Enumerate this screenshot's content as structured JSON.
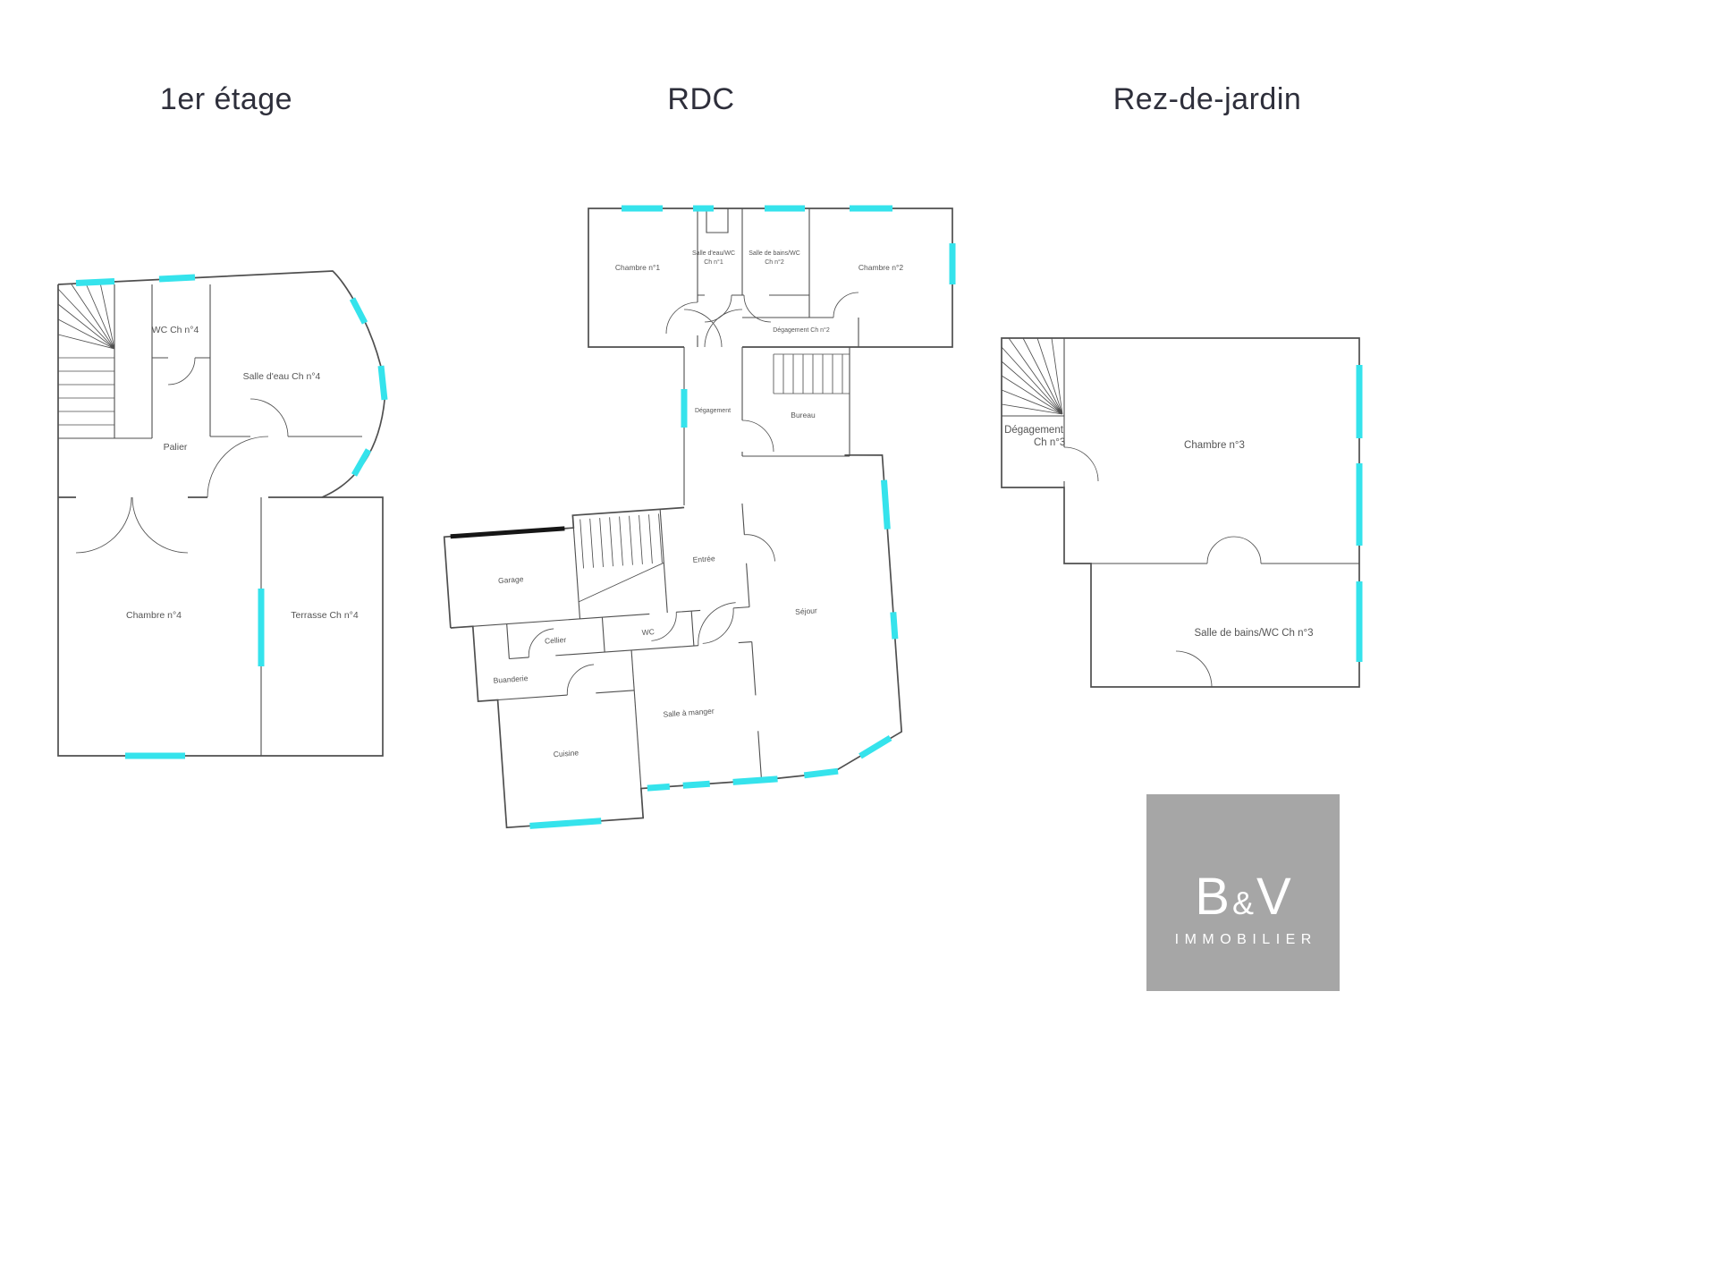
{
  "titles": {
    "plan1": "1er étage",
    "plan2": "RDC",
    "plan3": "Rez-de-jardin"
  },
  "colors": {
    "wall": "#4f4f4f",
    "window_fill": "#35e3ec",
    "title_text": "#2e2f3b",
    "label_text": "#555555",
    "logo_bg": "#a6a6a6",
    "logo_text": "#ffffff"
  },
  "plan1": {
    "labels": {
      "wc": "WC Ch n°4",
      "salle_eau": "Salle d'eau Ch n°4",
      "palier": "Palier",
      "chambre": "Chambre n°4",
      "terrasse": "Terrasse Ch n°4"
    }
  },
  "plan2": {
    "labels": {
      "chambre1": "Chambre n°1",
      "salle_eau_ch1_l1": "Salle d'eau/WC",
      "salle_eau_ch1_l2": "Ch n°1",
      "sdb_ch2_l1": "Salle de bains/WC",
      "sdb_ch2_l2": "Ch n°2",
      "chambre2": "Chambre n°2",
      "degagement_ch2": "Dégagement Ch n°2",
      "degagement": "Dégagement",
      "bureau": "Bureau",
      "garage": "Garage",
      "entree": "Entrée",
      "wc": "WC",
      "cellier": "Cellier",
      "buanderie": "Buanderie",
      "cuisine": "Cuisine",
      "salle_a_manger": "Salle à manger",
      "sejour": "Séjour"
    }
  },
  "plan3": {
    "labels": {
      "degagement_l1": "Dégagement",
      "degagement_l2": "Ch n°3",
      "chambre3": "Chambre n°3",
      "sdb": "Salle de bains/WC Ch n°3"
    }
  },
  "logo": {
    "b": "B",
    "amp": "&",
    "v": "V",
    "subtitle": "IMMOBILIER"
  }
}
